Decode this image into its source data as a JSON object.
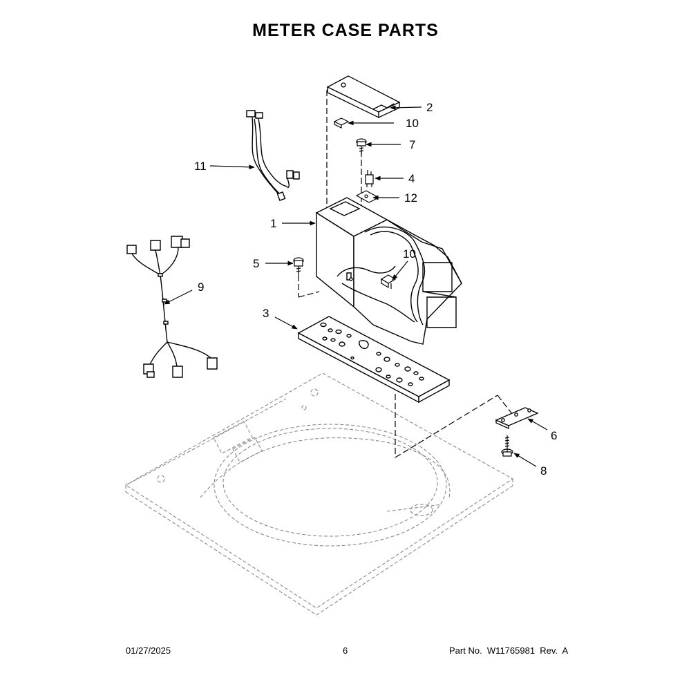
{
  "page": {
    "title": "METER CASE PARTS"
  },
  "callouts": [
    {
      "id": "c1",
      "label": "1"
    },
    {
      "id": "c2",
      "label": "2"
    },
    {
      "id": "c3",
      "label": "3"
    },
    {
      "id": "c4",
      "label": "4"
    },
    {
      "id": "c5",
      "label": "5"
    },
    {
      "id": "c6",
      "label": "6"
    },
    {
      "id": "c7",
      "label": "7"
    },
    {
      "id": "c8",
      "label": "8"
    },
    {
      "id": "c9",
      "label": "9"
    },
    {
      "id": "c10a",
      "label": "10"
    },
    {
      "id": "c10b",
      "label": "10"
    },
    {
      "id": "c11",
      "label": "11"
    },
    {
      "id": "c12",
      "label": "12"
    }
  ],
  "footer": {
    "date": "01/27/2025",
    "page_number": "6",
    "part_number": "Part No.  W11765981  Rev.  A"
  }
}
